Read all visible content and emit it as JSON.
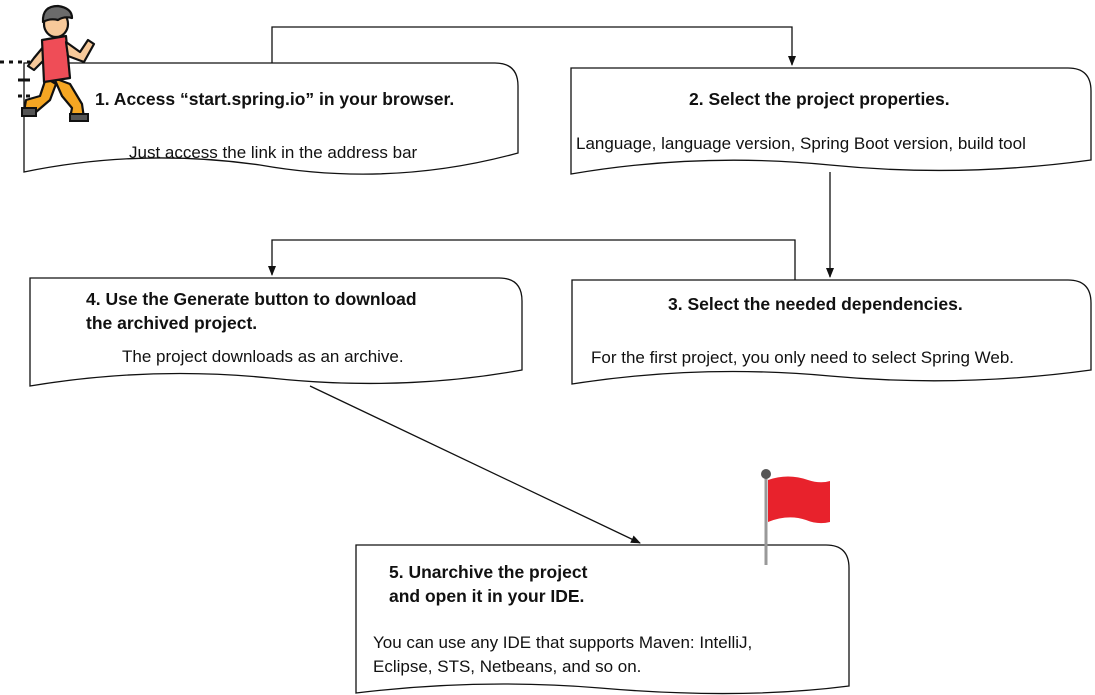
{
  "steps": [
    {
      "title": "1. Access “start.spring.io” in your browser.",
      "description": "Just access the link in the address bar"
    },
    {
      "title": "2. Select the project properties.",
      "description": "Language, language version, Spring Boot version, build tool"
    },
    {
      "title": "3. Select the needed dependencies.",
      "description": "For the first project, you only need to select Spring Web."
    },
    {
      "title": "4. Use the Generate button to download\nthe archived project.",
      "description": "The project downloads as an archive."
    },
    {
      "title": "5. Unarchive the project\nand open it in your IDE.",
      "description": "You can use any IDE that supports Maven: IntelliJ,\nEclipse, STS, Netbeans, and so on."
    }
  ],
  "icons": {
    "start": "running-person-icon",
    "finish": "red-flag-icon"
  },
  "colors": {
    "stroke": "#111111",
    "flag": "#e8222c",
    "person_shirt": "#ef4d57",
    "person_pants": "#f5a623",
    "person_skin": "#f7c99a",
    "person_hair": "#6b6b6b"
  }
}
